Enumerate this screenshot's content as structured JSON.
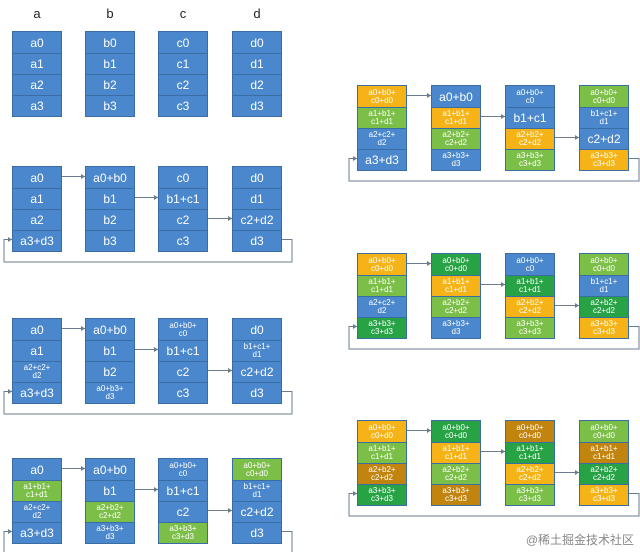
{
  "headers": [
    "a",
    "b",
    "c",
    "d"
  ],
  "colors": {
    "blue": "#4a87cc",
    "orange": "#f5b317",
    "lgreen": "#7cbf48",
    "dgreen": "#27a245",
    "brown": "#c0840f"
  },
  "left_steps": [
    {
      "name": "step-0-initial",
      "columns": [
        {
          "cells": [
            {
              "t": "a0",
              "c": "blue"
            },
            {
              "t": "a1",
              "c": "blue"
            },
            {
              "t": "a2",
              "c": "blue"
            },
            {
              "t": "a3",
              "c": "blue"
            }
          ]
        },
        {
          "cells": [
            {
              "t": "b0",
              "c": "blue"
            },
            {
              "t": "b1",
              "c": "blue"
            },
            {
              "t": "b2",
              "c": "blue"
            },
            {
              "t": "b3",
              "c": "blue"
            }
          ]
        },
        {
          "cells": [
            {
              "t": "c0",
              "c": "blue"
            },
            {
              "t": "c1",
              "c": "blue"
            },
            {
              "t": "c2",
              "c": "blue"
            },
            {
              "t": "c3",
              "c": "blue"
            }
          ]
        },
        {
          "cells": [
            {
              "t": "d0",
              "c": "blue"
            },
            {
              "t": "d1",
              "c": "blue"
            },
            {
              "t": "d2",
              "c": "blue"
            },
            {
              "t": "d3",
              "c": "blue"
            }
          ]
        }
      ]
    },
    {
      "name": "step-1",
      "columns": [
        {
          "cells": [
            {
              "t": "a0",
              "c": "blue"
            },
            {
              "t": "a1",
              "c": "blue"
            },
            {
              "t": "a2",
              "c": "blue"
            },
            {
              "t": "a3+d3",
              "c": "blue"
            }
          ]
        },
        {
          "cells": [
            {
              "t": "a0+b0",
              "c": "blue"
            },
            {
              "t": "b1",
              "c": "blue"
            },
            {
              "t": "b2",
              "c": "blue"
            },
            {
              "t": "b3",
              "c": "blue"
            }
          ]
        },
        {
          "cells": [
            {
              "t": "c0",
              "c": "blue"
            },
            {
              "t": "b1+c1",
              "c": "blue"
            },
            {
              "t": "c2",
              "c": "blue"
            },
            {
              "t": "c3",
              "c": "blue"
            }
          ]
        },
        {
          "cells": [
            {
              "t": "d0",
              "c": "blue"
            },
            {
              "t": "d1",
              "c": "blue"
            },
            {
              "t": "c2+d2",
              "c": "blue"
            },
            {
              "t": "d3",
              "c": "blue"
            }
          ]
        }
      ]
    },
    {
      "name": "step-2",
      "columns": [
        {
          "cells": [
            {
              "t": "a0",
              "c": "blue"
            },
            {
              "t": "a1",
              "c": "blue"
            },
            {
              "t": "a2+c2+\nd2",
              "c": "blue",
              "s": 1
            },
            {
              "t": "a3+d3",
              "c": "blue"
            }
          ]
        },
        {
          "cells": [
            {
              "t": "a0+b0",
              "c": "blue"
            },
            {
              "t": "b1",
              "c": "blue"
            },
            {
              "t": "b2",
              "c": "blue"
            },
            {
              "t": "a0+b3+\nd3",
              "c": "blue",
              "s": 1
            }
          ]
        },
        {
          "cells": [
            {
              "t": "a0+b0+\nc0",
              "c": "blue",
              "s": 1
            },
            {
              "t": "b1+c1",
              "c": "blue"
            },
            {
              "t": "c2",
              "c": "blue"
            },
            {
              "t": "c3",
              "c": "blue"
            }
          ]
        },
        {
          "cells": [
            {
              "t": "d0",
              "c": "blue"
            },
            {
              "t": "b1+c1+\nd1",
              "c": "blue",
              "s": 1
            },
            {
              "t": "c2+d2",
              "c": "blue"
            },
            {
              "t": "d3",
              "c": "blue"
            }
          ]
        }
      ]
    },
    {
      "name": "step-3",
      "columns": [
        {
          "cells": [
            {
              "t": "a0",
              "c": "blue"
            },
            {
              "t": "a1+b1+\nc1+d1",
              "c": "lgreen",
              "s": 1
            },
            {
              "t": "a2+c2+\nd2",
              "c": "blue",
              "s": 1
            },
            {
              "t": "a3+d3",
              "c": "blue"
            }
          ]
        },
        {
          "cells": [
            {
              "t": "a0+b0",
              "c": "blue"
            },
            {
              "t": "b1",
              "c": "blue"
            },
            {
              "t": "a2+b2+\nc2+d2",
              "c": "lgreen",
              "s": 1
            },
            {
              "t": "a3+b3+\nd3",
              "c": "blue",
              "s": 1
            }
          ]
        },
        {
          "cells": [
            {
              "t": "a0+b0+\nc0",
              "c": "blue",
              "s": 1
            },
            {
              "t": "b1+c1",
              "c": "blue"
            },
            {
              "t": "c2",
              "c": "blue"
            },
            {
              "t": "a3+b3+\nc3+d3",
              "c": "lgreen",
              "s": 1
            }
          ]
        },
        {
          "cells": [
            {
              "t": "a0+b0+\nc0+d0",
              "c": "lgreen",
              "s": 1
            },
            {
              "t": "b1+c1+\nd1",
              "c": "blue",
              "s": 1
            },
            {
              "t": "c2+d2",
              "c": "blue"
            },
            {
              "t": "d3",
              "c": "blue"
            }
          ]
        }
      ]
    }
  ],
  "right_steps": [
    {
      "name": "step-4",
      "columns": [
        {
          "cells": [
            {
              "t": "a0+b0+\nc0+d0",
              "c": "orange",
              "s": 1
            },
            {
              "t": "a1+b1+\nc1+d1",
              "c": "lgreen",
              "s": 1
            },
            {
              "t": "a2+c2+\nd2",
              "c": "blue",
              "s": 1
            },
            {
              "t": "a3+d3",
              "c": "blue"
            }
          ]
        },
        {
          "cells": [
            {
              "t": "a0+b0",
              "c": "blue"
            },
            {
              "t": "a1+b1+\nc1+d1",
              "c": "orange",
              "s": 1
            },
            {
              "t": "a2+b2+\nc2+d2",
              "c": "lgreen",
              "s": 1
            },
            {
              "t": "a3+b3+\nd3",
              "c": "blue",
              "s": 1
            }
          ]
        },
        {
          "cells": [
            {
              "t": "a0+b0+\nc0",
              "c": "blue",
              "s": 1
            },
            {
              "t": "b1+c1",
              "c": "blue"
            },
            {
              "t": "a2+b2+\nc2+d2",
              "c": "orange",
              "s": 1
            },
            {
              "t": "a3+b3+\nc3+d3",
              "c": "lgreen",
              "s": 1
            }
          ]
        },
        {
          "cells": [
            {
              "t": "a0+b0+\nc0+d0",
              "c": "lgreen",
              "s": 1
            },
            {
              "t": "b1+c1+\nd1",
              "c": "blue",
              "s": 1
            },
            {
              "t": "c2+d2",
              "c": "blue"
            },
            {
              "t": "a3+b3+\nc3+d3",
              "c": "orange",
              "s": 1
            }
          ]
        }
      ]
    },
    {
      "name": "step-5",
      "columns": [
        {
          "cells": [
            {
              "t": "a0+b0+\nc0+d0",
              "c": "orange",
              "s": 1
            },
            {
              "t": "a1+b1+\nc1+d1",
              "c": "lgreen",
              "s": 1
            },
            {
              "t": "a2+c2+\nd2",
              "c": "blue",
              "s": 1
            },
            {
              "t": "a3+b3+\nc3+d3",
              "c": "dgreen",
              "s": 1
            }
          ]
        },
        {
          "cells": [
            {
              "t": "a0+b0+\nc0+d0",
              "c": "dgreen",
              "s": 1
            },
            {
              "t": "a1+b1+\nc1+d1",
              "c": "orange",
              "s": 1
            },
            {
              "t": "a2+b2+\nc2+d2",
              "c": "lgreen",
              "s": 1
            },
            {
              "t": "a3+b3+\nd3",
              "c": "blue",
              "s": 1
            }
          ]
        },
        {
          "cells": [
            {
              "t": "a0+b0+\nc0",
              "c": "blue",
              "s": 1
            },
            {
              "t": "a1+b1+\nc1+d1",
              "c": "dgreen",
              "s": 1
            },
            {
              "t": "a2+b2+\nc2+d2",
              "c": "orange",
              "s": 1
            },
            {
              "t": "a3+b3+\nc3+d3",
              "c": "lgreen",
              "s": 1
            }
          ]
        },
        {
          "cells": [
            {
              "t": "a0+b0+\nc0+d0",
              "c": "lgreen",
              "s": 1
            },
            {
              "t": "b1+c1+\nd1",
              "c": "blue",
              "s": 1
            },
            {
              "t": "a2+b2+\nc2+d2",
              "c": "dgreen",
              "s": 1
            },
            {
              "t": "a3+b3+\nc3+d3",
              "c": "orange",
              "s": 1
            }
          ]
        }
      ]
    },
    {
      "name": "step-6",
      "columns": [
        {
          "cells": [
            {
              "t": "a0+b0+\nc0+d0",
              "c": "orange",
              "s": 1
            },
            {
              "t": "a1+b1+\nc1+d1",
              "c": "lgreen",
              "s": 1
            },
            {
              "t": "a2+b2+\nc2+d2",
              "c": "brown",
              "s": 1
            },
            {
              "t": "a3+b3+\nc3+d3",
              "c": "dgreen",
              "s": 1
            }
          ]
        },
        {
          "cells": [
            {
              "t": "a0+b0+\nc0+d0",
              "c": "dgreen",
              "s": 1
            },
            {
              "t": "a1+b1+\nc1+d1",
              "c": "orange",
              "s": 1
            },
            {
              "t": "a2+b2+\nc2+d2",
              "c": "lgreen",
              "s": 1
            },
            {
              "t": "a3+b3+\nc3+d3",
              "c": "brown",
              "s": 1
            }
          ]
        },
        {
          "cells": [
            {
              "t": "a0+b0+\nc0+d0",
              "c": "brown",
              "s": 1
            },
            {
              "t": "a1+b1+\nc1+d1",
              "c": "dgreen",
              "s": 1
            },
            {
              "t": "a2+b2+\nc2+d2",
              "c": "orange",
              "s": 1
            },
            {
              "t": "a3+b3+\nc3+d3",
              "c": "lgreen",
              "s": 1
            }
          ]
        },
        {
          "cells": [
            {
              "t": "a0+b0+\nc0+d0",
              "c": "lgreen",
              "s": 1
            },
            {
              "t": "a1+b1+\nc1+d1",
              "c": "brown",
              "s": 1
            },
            {
              "t": "a2+b2+\nc2+d2",
              "c": "dgreen",
              "s": 1
            },
            {
              "t": "a3+b3+\nc3+d3",
              "c": "orange",
              "s": 1
            }
          ]
        }
      ]
    }
  ],
  "watermark": "@稀土掘金技术社区"
}
